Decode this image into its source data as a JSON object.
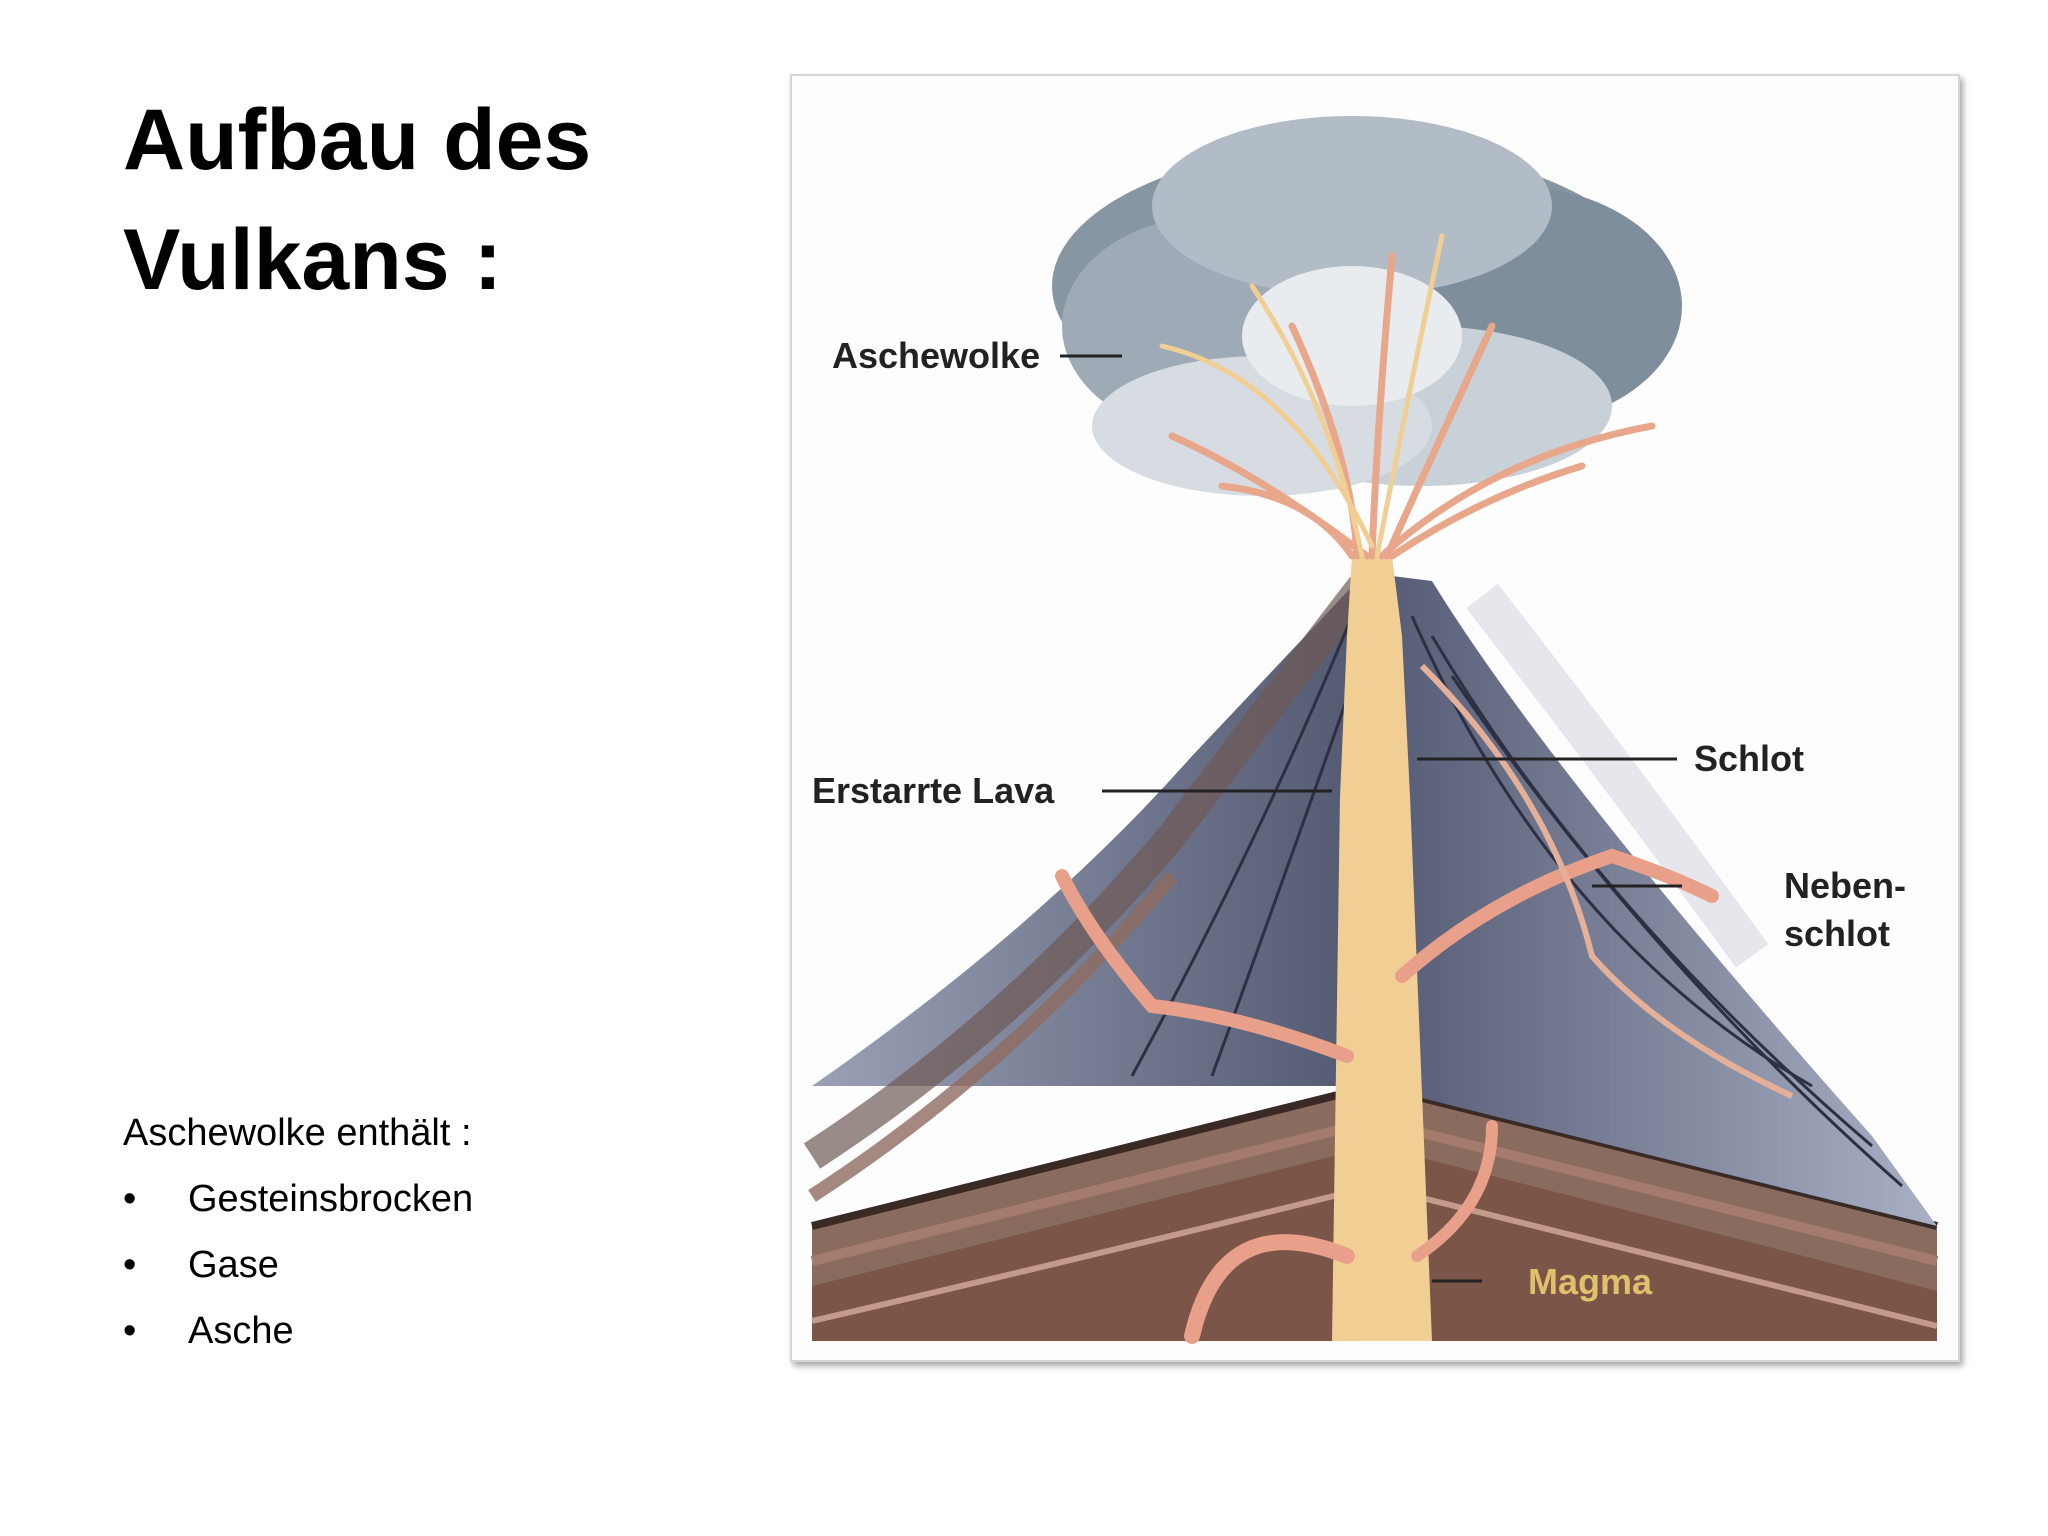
{
  "slide": {
    "title_line1": "Aufbau des",
    "title_line2": "Vulkans :"
  },
  "contents": {
    "intro": "Aschewolke enthält :",
    "items": [
      "Gesteinsbrocken",
      "Gase",
      "Asche"
    ]
  },
  "diagram": {
    "labels": {
      "aschewolke": "Aschewolke",
      "erstarrte_lava": "Erstarrte Lava",
      "schlot": "Schlot",
      "nebenschlot_1": "Neben-",
      "nebenschlot_2": "schlot",
      "magma": "Magma"
    },
    "colors": {
      "ash_cloud": "#8796a3",
      "lava_layers": "#6f7690",
      "vent": "#f1cf94",
      "ground": "#7d5a48",
      "magma_label": "#e0c06c"
    }
  }
}
